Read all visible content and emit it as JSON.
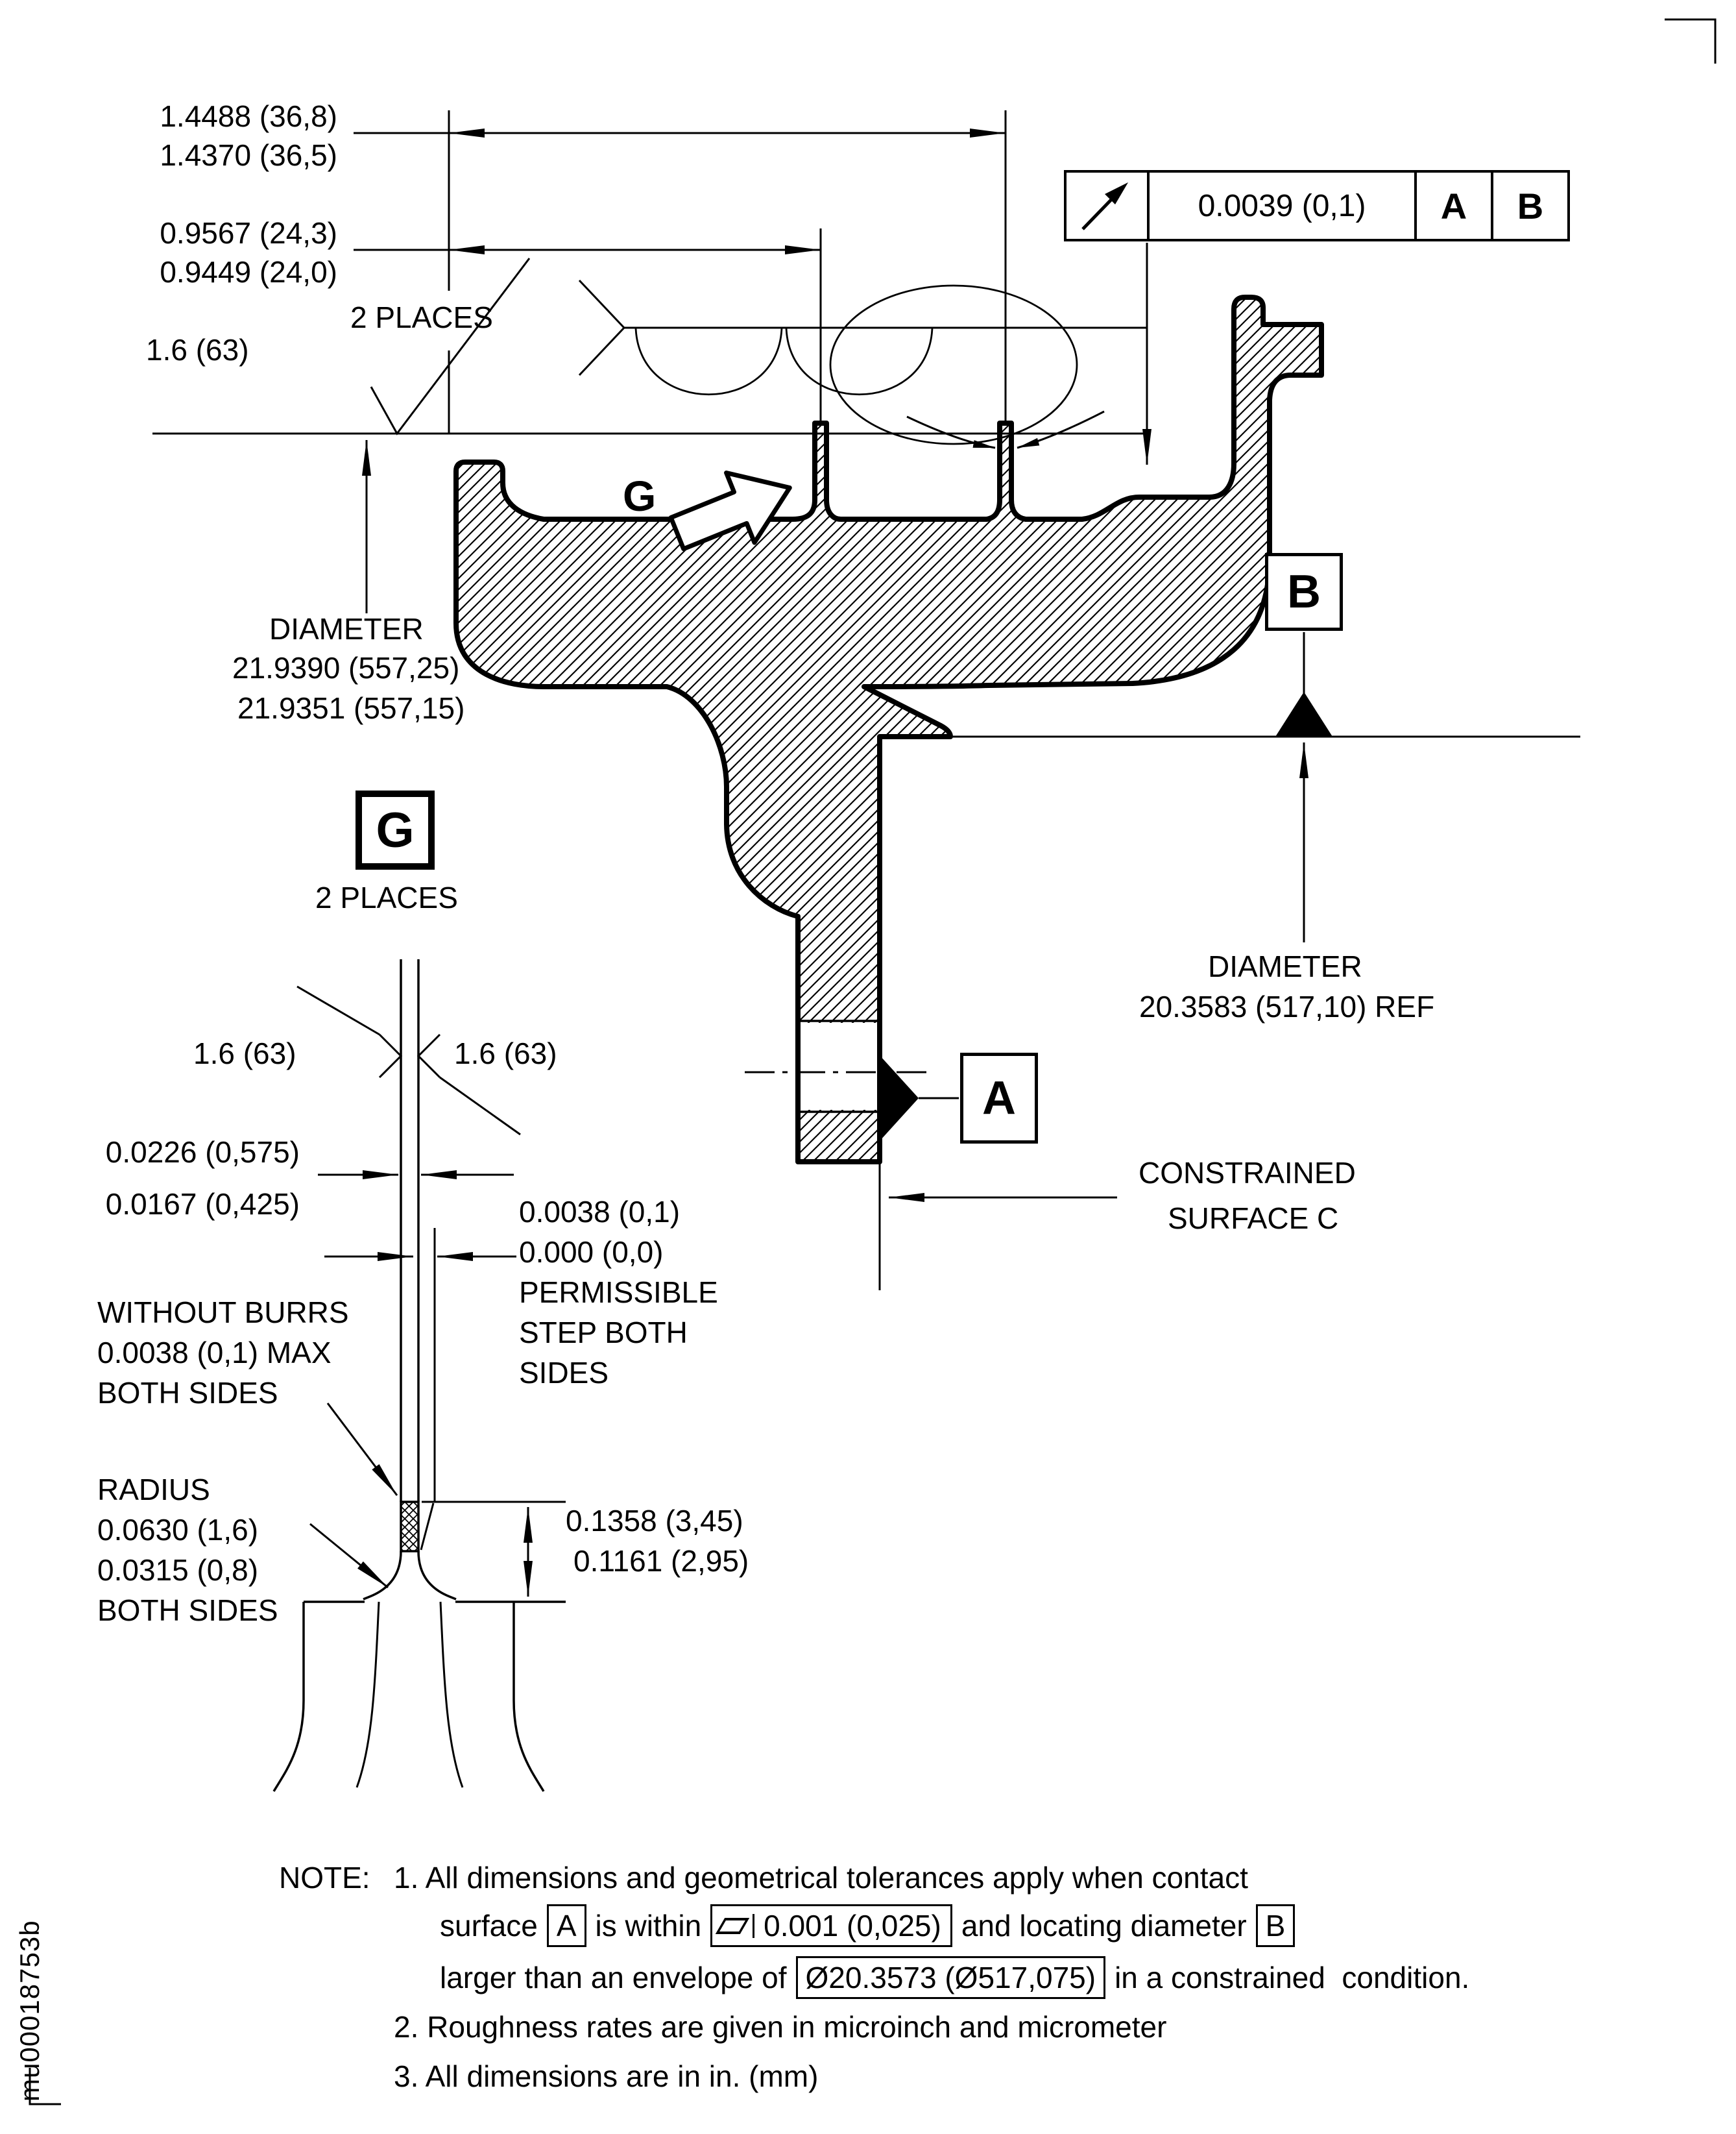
{
  "doc_id": "mu00018753b",
  "top_dims": {
    "d1a": "1.4488 (36,8)",
    "d1b": "1.4370 (36,5)",
    "d2a": "0.9567 (24,3)",
    "d2b": "0.9449 (24,0)",
    "places": "2 PLACES",
    "roughness": "1.6 (63)"
  },
  "fcf": {
    "symbol": "circular-runout",
    "tolerance": "0.0039 (0,1)",
    "datum_primary": "A",
    "datum_secondary": "B"
  },
  "left_diameter": {
    "label": "DIAMETER",
    "v1": "21.9390 (557,25)",
    "v2": "21.9351 (557,15)"
  },
  "ref_diameter": {
    "label": "DIAMETER",
    "value": "20.3583 (517,10) REF"
  },
  "datums": {
    "a": "A",
    "b": "B"
  },
  "section_flag": {
    "letter": "G",
    "boxed_letter": "G",
    "places": "2 PLACES"
  },
  "constrained": {
    "l1": "CONSTRAINED",
    "l2": "SURFACE C"
  },
  "detail": {
    "rough_left": "1.6 (63)",
    "rough_right": "1.6 (63)",
    "slot_w1": "0.0226 (0,575)",
    "slot_w2": "0.0167 (0,425)",
    "step1": "0.0038 (0,1)",
    "step2": "0.000 (0,0)",
    "step3": "PERMISSIBLE",
    "step4": "STEP BOTH",
    "step5": "SIDES",
    "burrs1": "WITHOUT BURRS",
    "burrs2": "0.0038 (0,1) MAX",
    "burrs3": "BOTH SIDES",
    "radius1": "RADIUS",
    "radius2": "0.0630 (1,6)",
    "radius3": "0.0315 (0,8)",
    "radius4": "BOTH SIDES",
    "height1": "0.1358 (3,45)",
    "height2": "0.1161 (2,95)"
  },
  "notes": {
    "heading": "NOTE:",
    "n1_l1": "1. All dimensions and geometrical tolerances apply when contact",
    "n1_l2a": "surface",
    "n1_l2_tokA": "A",
    "n1_l2b": "is within",
    "n1_l2_flat_val": "0.001 (0,025)",
    "n1_l2c": "and locating diameter",
    "n1_l2_tokB": "B",
    "n1_l3a": "larger than an envelope of",
    "n1_l3_tok": "Ø20.3573 (Ø517,075)",
    "n1_l3b": "in a constrained  condition.",
    "n2": "2. Roughness rates are given in microinch and micrometer",
    "n3": "3. All dimensions are in in. (mm)"
  }
}
